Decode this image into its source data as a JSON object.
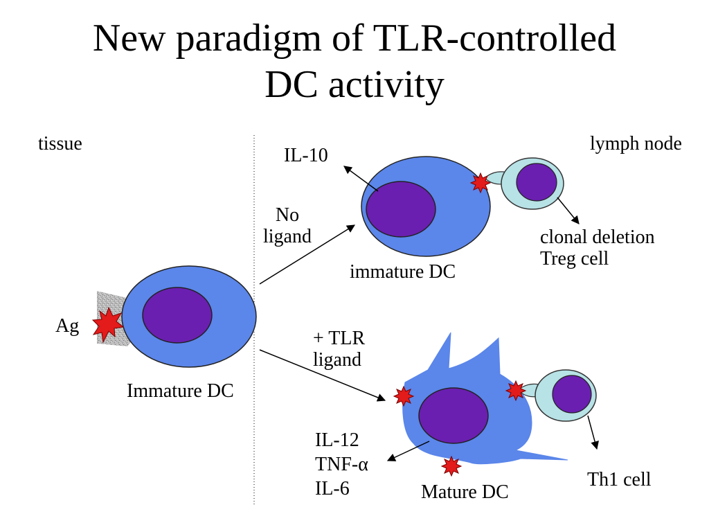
{
  "title": {
    "line1": "New paradigm of TLR-controlled",
    "line2": "DC activity"
  },
  "regions": {
    "left": "tissue",
    "right": "lymph node"
  },
  "labels": {
    "antigen": "Ag",
    "immature_dc_left": "Immature DC",
    "no_ligand_line1": "No",
    "no_ligand_line2": "ligand",
    "il10": "IL-10",
    "immature_dc_right": "immature DC",
    "clonal_deletion": "clonal deletion",
    "treg_cell": "Treg cell",
    "tlr_ligand_line1": "+ TLR",
    "tlr_ligand_line2": "ligand",
    "il12": "IL-12",
    "tnf_alpha": "TNF-α",
    "il6": "IL-6",
    "mature_dc": "Mature DC",
    "th1_cell": "Th1 cell"
  },
  "colors": {
    "dc_body": "#5b86ea",
    "nucleus": "#6a1fb0",
    "t_cell_body": "#b7e2e6",
    "receptor_star": "#e02020",
    "tissue": "#b8b8b8"
  }
}
